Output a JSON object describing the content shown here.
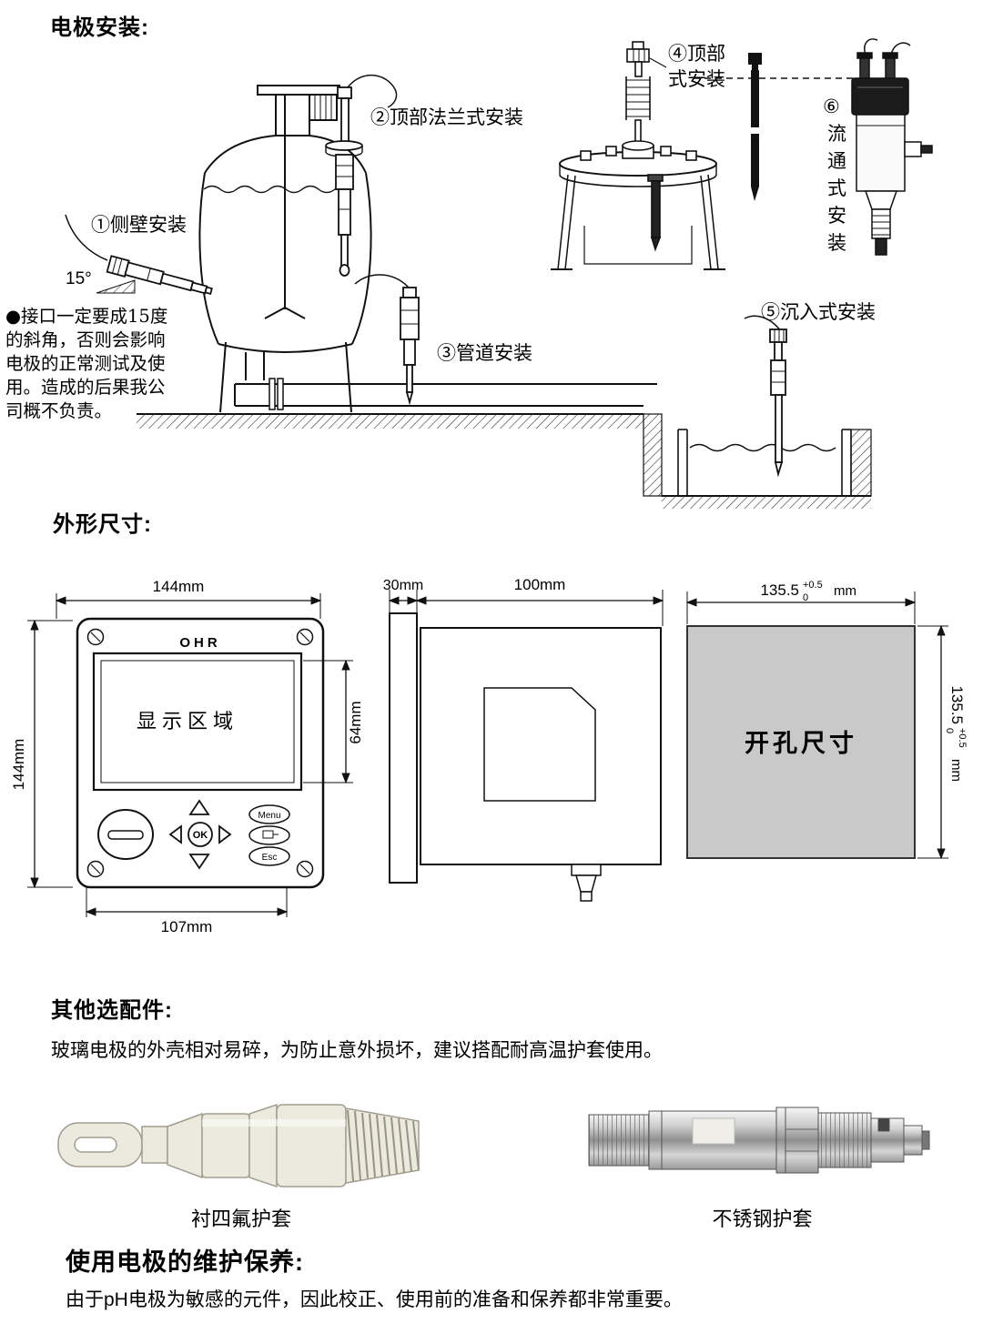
{
  "install": {
    "title": "电极安装:",
    "angle_label": "15°",
    "labels": {
      "side_wall": "①侧壁安装",
      "top_flange": "②顶部法兰式安装",
      "pipe": "③管道安装",
      "top_line1": "④顶部",
      "top_line2": "式安装",
      "immersion": "⑤沉入式安装",
      "flow_num": "⑥",
      "flow_chars": [
        "流",
        "通",
        "式",
        "安",
        "装"
      ]
    },
    "note_lines": [
      "●接口一定要成15度",
      "的斜角，否则会影响",
      "电极的正常测试及使",
      "用。造成的后果我公",
      "司概不负责。"
    ]
  },
  "dims": {
    "title": "外形尺寸:",
    "front": {
      "brand": "OHR",
      "display_area": "显示区域",
      "width": "144mm",
      "height": "144mm",
      "display_h": "64mm",
      "bottom_w": "107mm",
      "btn_menu": "Menu",
      "btn_ok": "OK",
      "btn_esc": "Esc"
    },
    "side": {
      "w1": "30mm",
      "w2": "100mm"
    },
    "cutout": {
      "label": "开孔尺寸",
      "w_value": "135.5",
      "w_tol_up": "+0.5",
      "w_tol_dn": "0",
      "w_unit": "mm",
      "h_value": "135.5",
      "h_tol_up": "+0.5",
      "h_tol_dn": "0",
      "h_unit": "mm"
    }
  },
  "accessories": {
    "title": "其他选配件:",
    "desc": "玻璃电极的外壳相对易碎，为防止意外损坏，建议搭配耐高温护套使用。",
    "captions": [
      "衬四氟护套",
      "不锈钢护套"
    ]
  },
  "maintenance": {
    "title": "使用电极的维护保养:",
    "desc": "由于pH电极为敏感的元件，因此校正、使用前的准备和保养都非常重要。"
  }
}
